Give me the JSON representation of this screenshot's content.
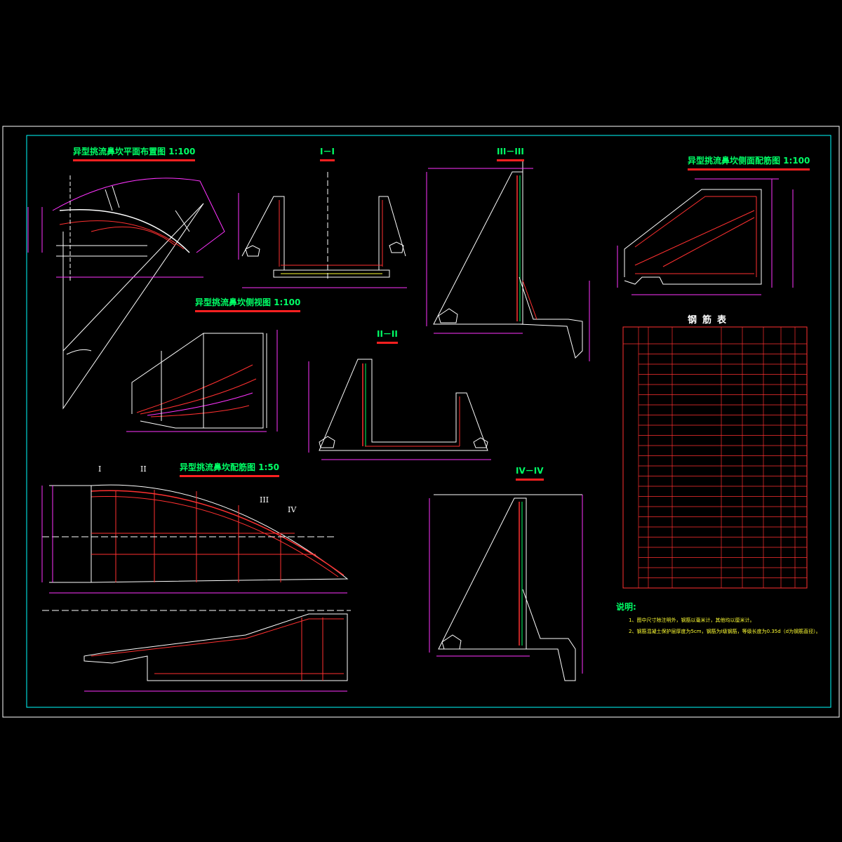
{
  "titles": {
    "plan": "异型挑流鼻坎平面布置图 1:100",
    "sec1": "I－I",
    "sec3": "III－III",
    "side_rebar": "异型挑流鼻坎侧面配筋图 1:100",
    "side_view": "异型挑流鼻坎侧视图 1:100",
    "sec2": "II－II",
    "plan_rebar": "异型挑流鼻坎配筋图 1:50",
    "sec4": "IV－IV"
  },
  "markers": {
    "m1": "I",
    "m2": "II",
    "m3": "III",
    "m4": "IV"
  },
  "table": {
    "title": "钢筋表",
    "rows": 24,
    "cols": 9
  },
  "notes": {
    "heading": "说明:",
    "line1": "1、图中尺寸除注明外，钢筋以毫米计，其他均以厘米计。",
    "line2": "2、钢筋混凝土保护层厚度为5cm，钢筋为I级钢筋，等级长度为0.35d（d为钢筋直径）。"
  },
  "colors": {
    "frame": "#ffffff",
    "inner": "#00ffff",
    "concrete": "#ffffff",
    "rebar": "#ff3030",
    "dim": "#ff33ff",
    "label": "#00ff66",
    "note": "#ffff33"
  }
}
